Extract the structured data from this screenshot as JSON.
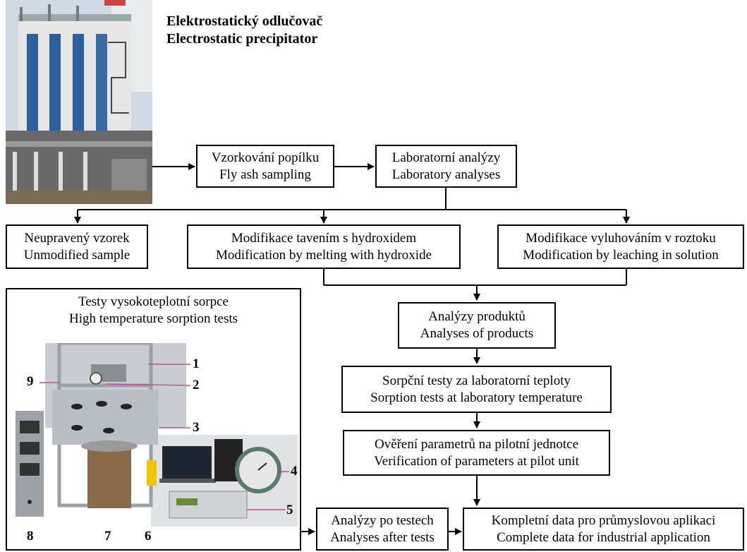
{
  "title": {
    "line_cz": "Elektrostatický odlučovač",
    "line_en": "Electrostatic precipitator"
  },
  "boxes": {
    "sampling": {
      "cz": "Vzorkování popílku",
      "en": "Fly ash sampling"
    },
    "lab_analyses": {
      "cz": "Laboratorní analýzy",
      "en": "Laboratory analyses"
    },
    "unmodified": {
      "cz": "Neupravený vzorek",
      "en": "Unmodified sample"
    },
    "melting": {
      "cz": "Modifikace tavením s hydroxidem",
      "en": "Modification by melting with hydroxide"
    },
    "leaching": {
      "cz": "Modifikace vyluhováním v roztoku",
      "en": "Modification by leaching in solution"
    },
    "products": {
      "cz": "Analýzy produktů",
      "en": "Analyses of products"
    },
    "sorption_lab": {
      "cz": "Sorpční testy za laboratorní teploty",
      "en": "Sorption tests at laboratory temperature"
    },
    "pilot": {
      "cz": "Ověření parametrů na pilotní jednotce",
      "en": "Verification of parameters at pilot unit"
    },
    "after_tests": {
      "cz": "Analýzy po testech",
      "en": "Analyses after tests"
    },
    "complete": {
      "cz": "Kompletní data pro průmyslovou aplikaci",
      "en": "Complete data for industrial application"
    },
    "high_temp": {
      "cz": "Testy vysokoteplotní sorpce",
      "en": "High temperature sorption tests"
    }
  },
  "callouts": [
    "1",
    "2",
    "3",
    "4",
    "5",
    "6",
    "7",
    "8",
    "9"
  ]
}
